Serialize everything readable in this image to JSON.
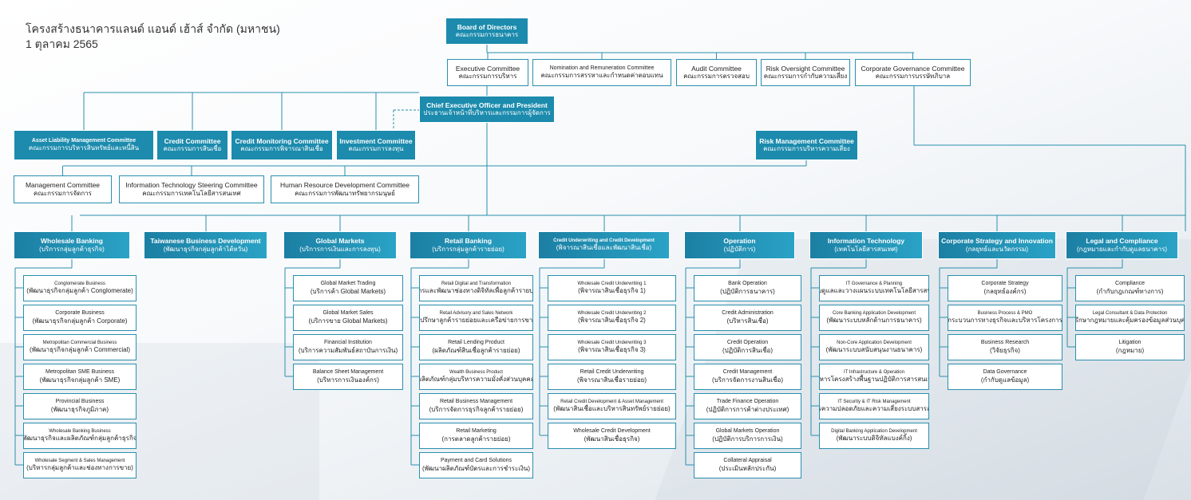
{
  "header": {
    "title": "โครงสร้างธนาคารแลนด์ แอนด์ เฮ้าส์ จำกัด (มหาชน)",
    "date": "1 ตุลาคม 2565"
  },
  "board": {
    "en": "Board of Directors",
    "th": "คณะกรรมการธนาคาร"
  },
  "committees": [
    {
      "en": "Executive Committee",
      "th": "คณะกรรมการบริหาร"
    },
    {
      "en": "Nomination and Remuneration Committee",
      "th": "คณะกรรมการสรรหาและกำหนดค่าตอบแทน"
    },
    {
      "en": "Audit Committee",
      "th": "คณะกรรมการตรวจสอบ"
    },
    {
      "en": "Risk Oversight Committee",
      "th": "คณะกรรมการกำกับความเสี่ยง"
    },
    {
      "en": "Corporate Governance Committee",
      "th": "คณะกรรมการบรรษัทภิบาล"
    }
  ],
  "ceo": {
    "en": "Chief Executive Officer and President",
    "th": "ประธานเจ้าหน้าที่บริหารและกรรมการผู้จัดการ"
  },
  "mgmt_committees": [
    {
      "en": "Asset Liability Management Committee",
      "th": "คณะกรรมการบริหารสินทรัพย์และหนี้สิน"
    },
    {
      "en": "Credit Committee",
      "th": "คณะกรรมการสินเชื่อ"
    },
    {
      "en": "Credit Monitoring Committee",
      "th": "คณะกรรมการพิจารณาสินเชื่อ"
    },
    {
      "en": "Investment Committee",
      "th": "คณะกรรมการลงทุน"
    }
  ],
  "risk_mgmt": {
    "en": "Risk Management Committee",
    "th": "คณะกรรมการบริหารความเสี่ยง"
  },
  "other_committees": [
    {
      "en": "Management Committee",
      "th": "คณะกรรมการจัดการ"
    },
    {
      "en": "Information Technology Steering Committee",
      "th": "คณะกรรมการเทคโนโลยีสารสนเทศ"
    },
    {
      "en": "Human Resource Development Committee",
      "th": "คณะกรรมการพัฒนาทรัพยากรมนุษย์"
    }
  ],
  "divisions": [
    {
      "en": "Wholesale Banking",
      "th": "(บริการกลุ่มลูกค้าธุรกิจ)",
      "units": [
        {
          "en": "Conglomerate Business",
          "th": "(พัฒนาธุรกิจกลุ่มลูกค้า Conglomerate)"
        },
        {
          "en": "Corporate Business",
          "th": "(พัฒนาธุรกิจกลุ่มลูกค้า Corporate)"
        },
        {
          "en": "Metropolitan Commercial Business",
          "th": "(พัฒนาธุรกิจกลุ่มลูกค้า Commercial)"
        },
        {
          "en": "Metropolitan SME Business",
          "th": "(พัฒนาธุรกิจกลุ่มลูกค้า SME)"
        },
        {
          "en": "Provincial Business",
          "th": "(พัฒนาธุรกิจภูมิภาค)"
        },
        {
          "en": "Wholesale Banking Business",
          "th": "(พัฒนาธุรกิจและผลิตภัณฑ์กลุ่มลูกค้าธุรกิจ)"
        },
        {
          "en": "Wholesale Segment & Sales Management",
          "th": "(บริหารกลุ่มลูกค้าและช่องทางการขาย)"
        }
      ]
    },
    {
      "en": "Taiwanese Business Development",
      "th": "(พัฒนาธุรกิจกลุ่มลูกค้าไต้หวัน)",
      "units": []
    },
    {
      "en": "Global Markets",
      "th": "(บริการการเงินและการลงทุน)",
      "units": [
        {
          "en": "Global Market Trading",
          "th": "(บริการค้า Global Markets)"
        },
        {
          "en": "Global Market Sales",
          "th": "(บริการขาย Global Markets)"
        },
        {
          "en": "Financial Institution",
          "th": "(บริการความสัมพันธ์สถาบันการเงิน)"
        },
        {
          "en": "Balance Sheet Management",
          "th": "(บริหารการเงินองค์กร)"
        }
      ]
    },
    {
      "en": "Retail Banking",
      "th": "(บริการกลุ่มลูกค้ารายย่อย)",
      "units": [
        {
          "en": "Retail Digital and Transformation",
          "th": "(บริหารและพัฒนาช่องทางดิจิทัลเพื่อลูกค้ารายบุคคล)"
        },
        {
          "en": "Retail Advisory and Sales Network",
          "th": "(ที่ปรึกษาลูกค้ารายย่อยและเครือข่ายการขาย)"
        },
        {
          "en": "Retail Lending Product",
          "th": "(ผลิตภัณฑ์สินเชื่อลูกค้ารายย่อย)"
        },
        {
          "en": "Wealth Business Product",
          "th": "(ผลิตภัณฑ์กลุ่มบริหารความมั่งคั่งส่วนบุคคล)"
        },
        {
          "en": "Retail Business Management",
          "th": "(บริการจัดการธุรกิจลูกค้ารายย่อย)"
        },
        {
          "en": "Retail Marketing",
          "th": "(การตลาดลูกค้ารายย่อย)"
        },
        {
          "en": "Payment and Card Solutions",
          "th": "(พัฒนาผลิตภัณฑ์บัตรและการชำระเงิน)"
        }
      ]
    },
    {
      "en": "Credit Underwriting and Credit Development",
      "th": "(พิจารณาสินเชื่อและพัฒนาสินเชื่อ)",
      "units": [
        {
          "en": "Wholesale Credit Underwriting 1",
          "th": "(พิจารณาสินเชื่อธุรกิจ 1)"
        },
        {
          "en": "Wholesale Credit Underwriting 2",
          "th": "(พิจารณาสินเชื่อธุรกิจ 2)"
        },
        {
          "en": "Wholesale Credit Underwriting 3",
          "th": "(พิจารณาสินเชื่อธุรกิจ 3)"
        },
        {
          "en": "Retail Credit Underwriting",
          "th": "(พิจารณาสินเชื่อรายย่อย)"
        },
        {
          "en": "Retail Credit Development & Asset Management",
          "th": "(พัฒนาสินเชื่อและบริหารสินทรัพย์รายย่อย)"
        },
        {
          "en": "Wholesale Credit Development",
          "th": "(พัฒนาสินเชื่อธุรกิจ)"
        }
      ]
    },
    {
      "en": "Operation",
      "th": "(ปฏิบัติการ)",
      "units": [
        {
          "en": "Bank Operation",
          "th": "(ปฏิบัติการธนาคาร)"
        },
        {
          "en": "Credit Administration",
          "th": "(บริหารสินเชื่อ)"
        },
        {
          "en": "Credit Operation",
          "th": "(ปฏิบัติการสินเชื่อ)"
        },
        {
          "en": "Credit Management",
          "th": "(บริการจัดการงานสินเชื่อ)"
        },
        {
          "en": "Trade Finance Operation",
          "th": "(ปฏิบัติการการค้าต่างประเทศ)"
        },
        {
          "en": "Global Markets Operation",
          "th": "(ปฏิบัติการบริการการเงิน)"
        },
        {
          "en": "Collateral Appraisal",
          "th": "(ประเมินหลักประกัน)"
        }
      ]
    },
    {
      "en": "Information Technology",
      "th": "(เทคโนโลยีสารสนเทศ)",
      "units": [
        {
          "en": "IT Governance & Planning",
          "th": "(กำกับดูแลและวางแผนระบบเทคโนโลยีสารสนเทศ)"
        },
        {
          "en": "Core Banking Application Development",
          "th": "(พัฒนาระบบหลักด้านการธนาคาร)"
        },
        {
          "en": "Non-Core Application Development",
          "th": "(พัฒนาระบบสนับสนุนงานธนาคาร)"
        },
        {
          "en": "IT Infrastructure & Operation",
          "th": "(บริหารโครงสร้างพื้นฐานปฏิบัติการสารสนเทศ)"
        },
        {
          "en": "IT Security & IT Risk Management",
          "th": "(บริหารความปลอดภัยและความเสี่ยงระบบสารสนเทศ)"
        },
        {
          "en": "Digital Banking Application Development",
          "th": "(พัฒนาระบบดิจิทัลแบงค์กิ้ง)"
        }
      ]
    },
    {
      "en": "Corporate Strategy and Innovation",
      "th": "(กลยุทธ์และนวัตกรรม)",
      "units": [
        {
          "en": "Corporate Strategy",
          "th": "(กลยุทธ์องค์กร)"
        },
        {
          "en": "Business Process & PMO",
          "th": "(กระบวนการทางธุรกิจและบริหารโครงการ)"
        },
        {
          "en": "Business Research",
          "th": "(วิจัยธุรกิจ)"
        },
        {
          "en": "Data Governance",
          "th": "(กำกับดูแลข้อมูล)"
        }
      ]
    },
    {
      "en": "Legal and Compliance",
      "th": "(กฎหมายและกำกับดูแลธนาคาร)",
      "units": [
        {
          "en": "Compliance",
          "th": "(กำกับกฎเกณฑ์ทางการ)"
        },
        {
          "en": "Legal Consultant & Data Protection",
          "th": "(ที่ปรึกษากฎหมายและคุ้มครองข้อมูลส่วนบุคคล)"
        },
        {
          "en": "Litigation",
          "th": "(กฎหมาย)"
        }
      ]
    }
  ]
}
